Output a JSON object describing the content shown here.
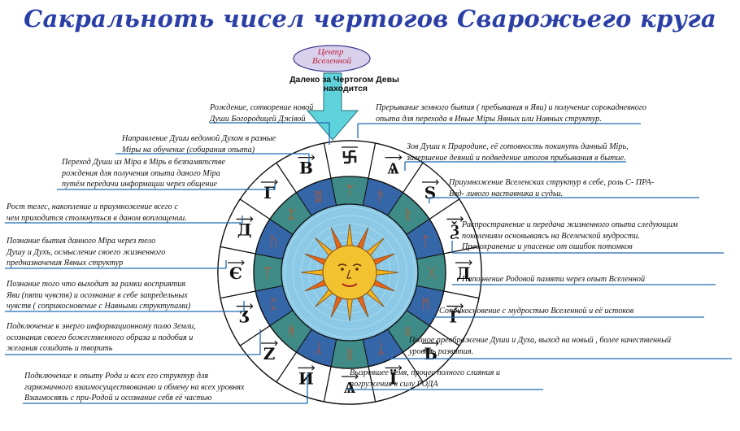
{
  "title": "Сакральнoть чисел чертогов Сварожьего круга",
  "center_badge": "Центр\nВселенной",
  "center_subtitle": "Далеко за Чертогом Девы\nнаходится",
  "ring_symbols": [
    "Ѧ",
    "S",
    "Ѯ",
    "Д",
    "Ѓ",
    "Ѣ",
    "Ї",
    "Ѧ",
    "И",
    "Ζ",
    "Ʒ",
    "Є",
    "Д",
    "Г",
    "В"
  ],
  "annotations_right": [
    "Прерывание земного бытия ( пребывания в Яви) и получение сорокадневного\nопыта для перехода в Иные Міры Явных или Навных структур.",
    "Зов Души к Прародине, её готовность покинуть данный Мірь,\nзавершение деяний и подведение итогов прибывания в бытие.",
    "Приумножение Вселенских  структур в себе, роль С- ПРА-\nВед- ливого наставника и судьи.",
    "Распространение и передача жизненного опыта  следующим\nпоколениям основываясь на Вселенской мудрости.\nПредохранение и упасение от ошибок потомков",
    "Напоэнение Родовой памяти через опыт Вселенной",
    "Соприкосновение с мудростью Вселенной  и её истоков",
    "Полное преображение Души и Духа, выход на новый , более качественный\nуровень развития.",
    "Вызревшее семя, процес полного слияния и\nпогружения в силу РОДА"
  ],
  "annotations_left": [
    "Рождение, сотворение новой\nДуши Богородицей Джiвой",
    "Направление Души ведомой Духом в разные\nМіры на обучение (собирания опыта)",
    "Переход Души из Міра в Мірь в безпамятстве\nрождения для получения опыта даного Міра\nпутём передачи информации через общение",
    "Рост телес, накопление и приумножение всего с\nчем приходится столкнуться в даном воплощении.",
    "Познание бытия данного Міра через тело\nДушу и Духъ, осмысление своего жизненного\nпредназначения Явных структур",
    "Познание того что выходит за рамки восприятия\nЯви (пяти чувств) и осознание в себе запредельных\nчувств ( соприкосновение с Навными структупами)",
    "Подключение к энерго информационному полю Земли,\nосознания своего божественного образа и подобия и\nжелания созидать и творить",
    "Подключение к опыту Рода и всех его структур для\nгармоничного взаимосуществованию и обмену на всех уровнях\nВзаимосвязь с при-Родой и осознание себя её частью"
  ],
  "colors": {
    "title": "#2b3fa6",
    "ring_outer": "#ffffff",
    "ring_inner_green": "#3f8b87",
    "ring_inner_blue": "#3566a8",
    "ring_glyph": "#c8531f",
    "core": "#8bc9e6",
    "sun": "#f2b41c",
    "arrow": "#5fd3db",
    "leader": "#1e6ab3",
    "badge_fill": "#d9d0ec",
    "badge_text": "#c0233b"
  },
  "icons": [
    "swastika-icon",
    "sun-face-icon",
    "down-arrow-icon"
  ]
}
